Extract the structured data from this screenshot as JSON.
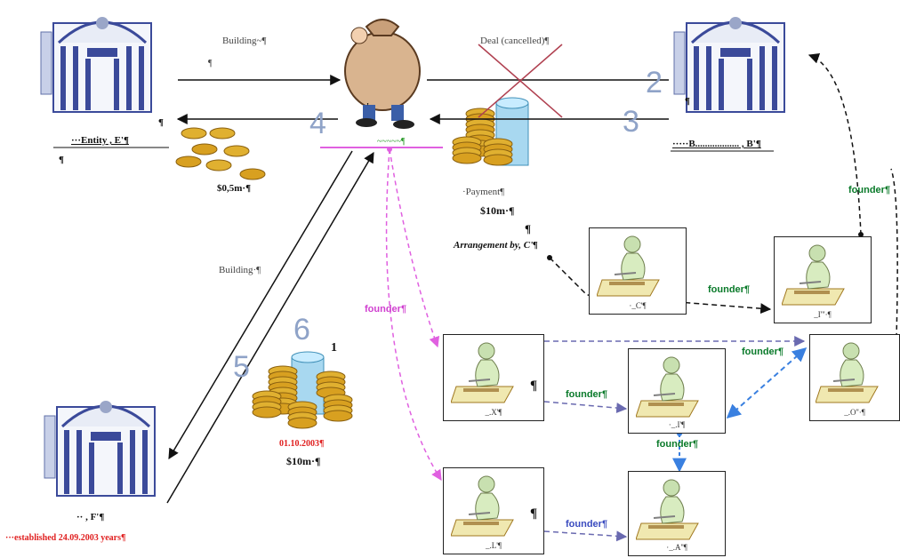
{
  "labels": {
    "building_top": "Building~¶",
    "deal_cancelled": "Deal (cancelled)¶",
    "entity_e": "···Entity , E'¶",
    "entity_b": "·····B.................. , B'¶",
    "amount_05": "$0,5m·¶",
    "payment": "·Payment¶",
    "amount_10": "$10m·¶",
    "arrangement_c": "Arrangement by, C'¶",
    "building_left": "Building·¶",
    "date_red": "01.10.2003¶",
    "amount_10b": "$10m·¶",
    "entity_f": "·· , F'¶",
    "bottom_note": "···established 24.09.2003 years¶",
    "pilcrow": "¶",
    "tick": "'",
    "wave": "~~~~~¶"
  },
  "numbers": [
    "2",
    "3",
    "4",
    "5",
    "6",
    "1"
  ],
  "founders": {
    "f_right_vertical": "founder¶",
    "f_top_mid": "founder¶",
    "f_pink": "founder¶",
    "f_mid_left": "founder¶",
    "f_mid_right": "founder¶",
    "f_center_down": "founder¶",
    "f_bottom": "founder¶"
  },
  "boxes": {
    "box_c": "·_C'¶",
    "box_top_right": "_I'''·¶",
    "box_left_mid": "_.X'¶",
    "box_center_mid": "·_.I'¶",
    "box_far_right": "_.O''·¶",
    "box_bottom_left": "_.L'¶",
    "box_bottom_center": "·_.A''¶"
  },
  "colors": {
    "accent_blue_number": "#8fa3c8",
    "founder_green": "#0a7a2a",
    "pink_line": "#e060e0",
    "dashed_blue": "#3a80e0",
    "dashed_purple": "#6a6ab0",
    "red_date": "#e02020",
    "cross_red": "#b04050"
  }
}
